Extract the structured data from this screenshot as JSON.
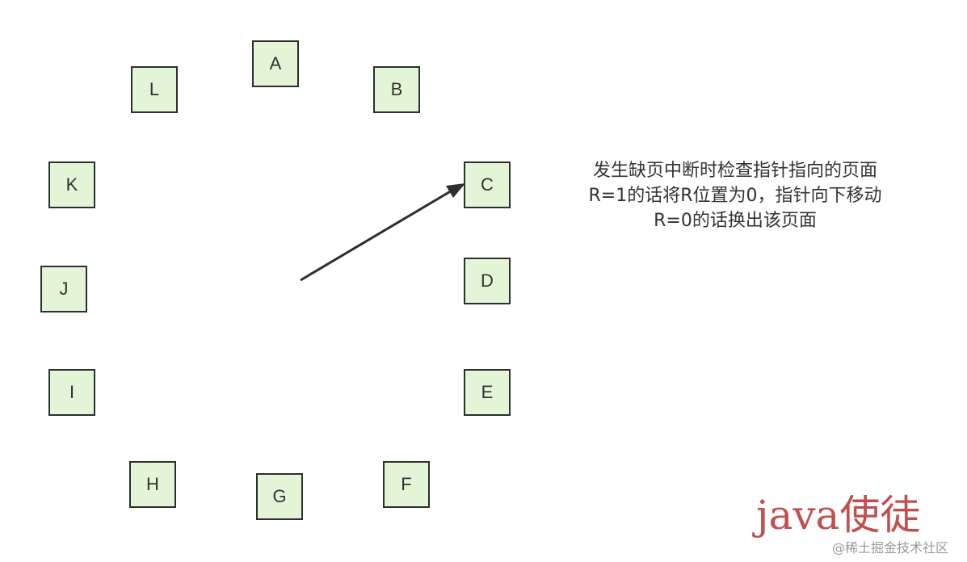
{
  "diagram": {
    "nodes": [
      {
        "id": "A",
        "label": "A"
      },
      {
        "id": "B",
        "label": "B"
      },
      {
        "id": "C",
        "label": "C"
      },
      {
        "id": "D",
        "label": "D"
      },
      {
        "id": "E",
        "label": "E"
      },
      {
        "id": "F",
        "label": "F"
      },
      {
        "id": "G",
        "label": "G"
      },
      {
        "id": "H",
        "label": "H"
      },
      {
        "id": "I",
        "label": "I"
      },
      {
        "id": "J",
        "label": "J"
      },
      {
        "id": "K",
        "label": "K"
      },
      {
        "id": "L",
        "label": "L"
      }
    ],
    "pointer_target": "C",
    "note_lines": [
      "发生缺页中断时检查指针指向的页面",
      "R=1的话将R位置为0，指针向下移动",
      "R=0的话换出该页面"
    ]
  },
  "watermark": {
    "main": "java使徒",
    "sub": "@稀土掘金技术社区"
  },
  "colors": {
    "node_fill": "#e3f5d6",
    "node_border": "#2b2f2e",
    "arrow": "#2b2f2e",
    "text": "#333333",
    "watermark_main": "#c0504d",
    "watermark_sub": "#9a9a9a"
  }
}
